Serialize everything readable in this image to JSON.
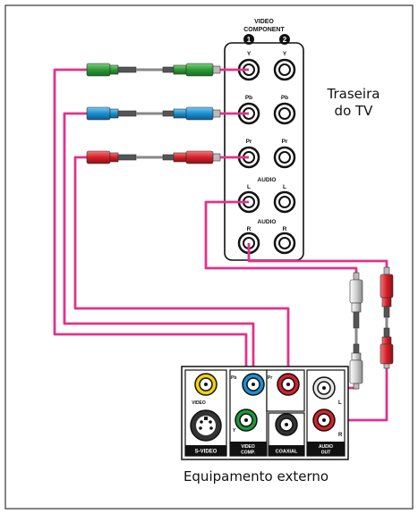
{
  "tv_panel": {
    "title_line1": "VIDEO",
    "title_line2": "COMPONENT",
    "input1": "1",
    "input2": "2",
    "caption_line1": "Traseira",
    "caption_line2": "do TV",
    "rows": [
      {
        "left": "Y",
        "right": "Y"
      },
      {
        "left": "Pb",
        "right": "Pb"
      },
      {
        "left": "Pr",
        "right": "Pr"
      },
      {
        "left": "L",
        "right": "L"
      },
      {
        "left": "R",
        "right": "R"
      }
    ],
    "audio_label_1": "AUDIO",
    "audio_label_2": "AUDIO"
  },
  "device": {
    "caption": "Equipamento externo",
    "svideo_in_label": "VIDEO",
    "svideo_section": "S-VIDEO",
    "comp_pb": "Pb",
    "comp_pr": "Pr",
    "comp_y": "Y",
    "comp_section_line1": "VIDEO",
    "comp_section_line2": "COMP.",
    "coaxial_section": "COAXIAL",
    "audio_l": "L",
    "audio_r": "R",
    "audio_section_line1": "AUDIO",
    "audio_section_line2": "OUT"
  },
  "colors": {
    "wire": "#e0338a",
    "green": "#1a9a3a",
    "blue": "#1a8fd0",
    "red": "#d6202a",
    "yellow": "#f2d400",
    "white_plug": "#e8e8e8"
  }
}
